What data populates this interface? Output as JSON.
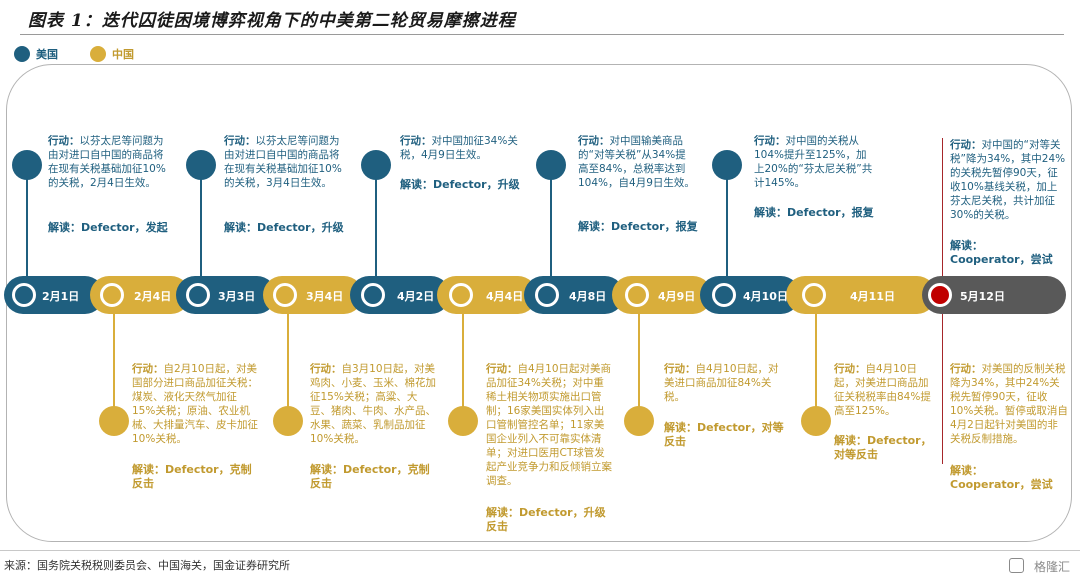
{
  "title": "图表 1：迭代囚徒困境博弈视角下的中美第二轮贸易摩擦进程",
  "legend": [
    {
      "name": "美国",
      "color": "#1f5f7f"
    },
    {
      "name": "中国",
      "color": "#d9ae3b"
    }
  ],
  "colors": {
    "us": "#1f5f7f",
    "cn": "#d9ae3b",
    "final": "#595959",
    "final_node": "#c00000"
  },
  "chart_data": {
    "type": "table",
    "nodes": [
      {
        "date": "2月1日",
        "side": "美国"
      },
      {
        "date": "2月4日",
        "side": "中国"
      },
      {
        "date": "3月3日",
        "side": "美国"
      },
      {
        "date": "3月4日",
        "side": "中国"
      },
      {
        "date": "4月2日",
        "side": "美国"
      },
      {
        "date": "4月4日",
        "side": "中国"
      },
      {
        "date": "4月8日",
        "side": "美国"
      },
      {
        "date": "4月9日",
        "side": "中国"
      },
      {
        "date": "4月10日",
        "side": "美国"
      },
      {
        "date": "4月11日",
        "side": "中国"
      },
      {
        "date": "5月12日",
        "side": "中美"
      }
    ]
  },
  "events_top": [
    {
      "label": "行动：",
      "text": "以芬太尼等问题为由对进口自中国的商品将在现有关税基础加征10%的关税，2月4日生效。",
      "interp": "解读：Defector，发起"
    },
    {
      "label": "行动：",
      "text": "以芬太尼等问题为由对进口自中国的商品将在现有关税基础加征10%的关税，3月4日生效。",
      "interp": "解读：Defector，升级"
    },
    {
      "label": "行动：",
      "text": "对中国加征34%关税，4月9日生效。",
      "interp": "解读：Defector，升级"
    },
    {
      "label": "行动：",
      "text": "对中国输美商品的“对等关税”从34%提高至84%，总税率达到104%，自4月9日生效。",
      "interp": "解读：Defector，报复"
    },
    {
      "label": "行动：",
      "text": "对中国的关税从104%提升至125%，加上20%的“芬太尼关税”共计145%。",
      "interp": "解读：Defector，报复"
    },
    {
      "label": "行动：",
      "text": "对中国的“对等关税”降为34%，其中24%的关税先暂停90天，征收10%基线关税，加上芬太尼关税，共计加征30%的关税。",
      "interp": "解读：Cooperator，尝试"
    }
  ],
  "events_bottom": [
    {
      "label": "行动：",
      "text": "自2月10日起，对美国部分进口商品加征关税：煤炭、液化天然气加征15%关税；原油、农业机械、大排量汽车、皮卡加征10%关税。",
      "interp": "解读：Defector，克制反击"
    },
    {
      "label": "行动：",
      "text": "自3月10日起，对美鸡肉、小麦、玉米、棉花加征15%关税；高粱、大豆、猪肉、牛肉、水产品、水果、蔬菜、乳制品加征10%关税。",
      "interp": "解读：Defector，克制反击"
    },
    {
      "label": "行动：",
      "text": "自4月10日起对美商品加征34%关税；对中重稀土相关物项实施出口管制；16家美国实体列入出口管制管控名单；11家美国企业列入不可靠实体清单；对进口医用CT球管发起产业竞争力和反倾销立案调查。",
      "interp": "解读：Defector，升级反击"
    },
    {
      "label": "行动：",
      "text": "自4月10日起，对美进口商品加征84%关税。",
      "interp": "解读：Defector，对等反击"
    },
    {
      "label": "行动：",
      "text": "自4月10日起，对美进口商品加征关税税率由84%提高至125%。",
      "interp": "解读：Defector，对等反击"
    },
    {
      "label": "行动：",
      "text": "对美国的反制关税降为34%，其中24%关税先暂停90天，征收10%关税。暂停或取消自4月2日起针对美国的非关税反制措施。",
      "interp": "解读：Cooperator，尝试"
    }
  ],
  "source": "来源：国务院关税税则委员会、中国海关，国金证券研究所",
  "watermark": "格隆汇"
}
